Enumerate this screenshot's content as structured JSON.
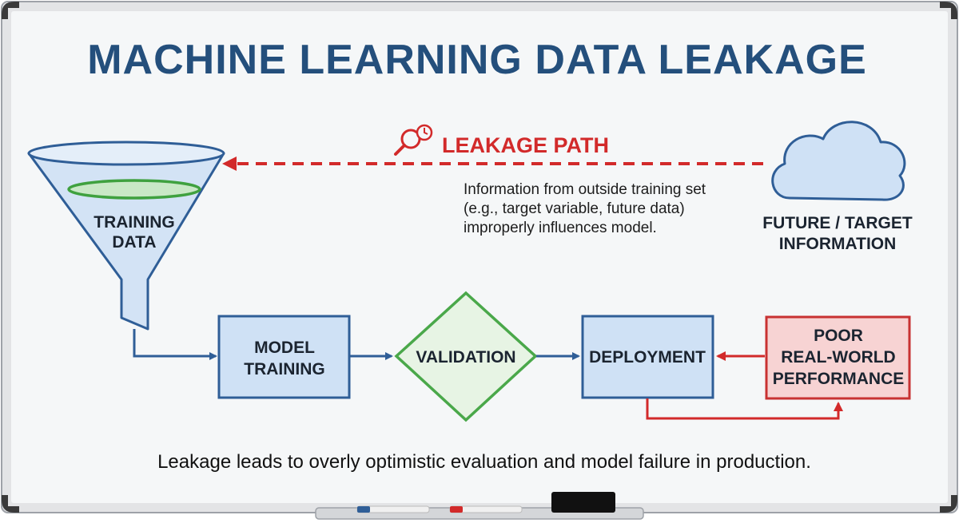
{
  "title": "MACHINE LEARNING DATA LEAKAGE",
  "nodes": {
    "training_data": {
      "line1": "TRAINING",
      "line2": "DATA"
    },
    "model_training": {
      "line1": "MODEL",
      "line2": "TRAINING"
    },
    "validation": {
      "label": "VALIDATION"
    },
    "deployment": {
      "label": "DEPLOYMENT"
    },
    "poor_performance": {
      "line1": "POOR",
      "line2": "REAL-WORLD",
      "line3": "PERFORMANCE"
    },
    "future_info": {
      "line1": "FUTURE / TARGET",
      "line2": "INFORMATION"
    }
  },
  "leakage": {
    "label": "LEAKAGE PATH",
    "description": [
      "Information from outside training set",
      "(e.g., target variable, future data)",
      "improperly influences model."
    ]
  },
  "caption": "Leakage leads to overly optimistic evaluation and model failure in production.",
  "colors": {
    "title": "#244f7c",
    "flow_blue": "#2f5e97",
    "leak_red": "#d22a2a",
    "validation_green": "#4aa84a",
    "box_blue_fill": "#cfe1f5",
    "box_red_fill": "#f7d3d3"
  },
  "icons": [
    "funnel-icon",
    "cloud-icon",
    "magnifier-clock-icon"
  ]
}
